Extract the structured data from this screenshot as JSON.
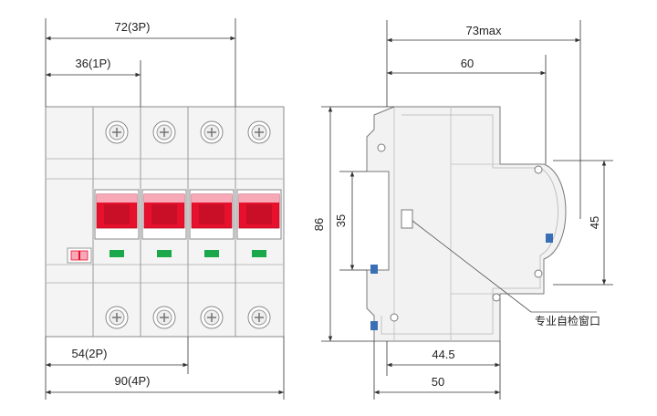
{
  "front_view": {
    "dim_3p": "72(3P)",
    "dim_1p": "36(1P)",
    "dim_2p": "54(2P)",
    "dim_4p": "90(4P)",
    "pole_count": 4
  },
  "side_view": {
    "dim_overall_depth": "73max",
    "dim_depth_60": "60",
    "dim_height_86": "86",
    "dim_rail_35": "35",
    "dim_front_45": "45",
    "dim_base_44_5": "44.5",
    "dim_base_50": "50",
    "callout_label": "专业自检窗口"
  },
  "colors": {
    "line": "#333333",
    "body_fill": "#f2f2f2",
    "body_stroke": "#7a7a7a",
    "handle_red": "#e8112d",
    "handle_pink": "#f7a9b8",
    "indicator_green": "#1aa84a",
    "rail_blue": "#3a6fb5"
  }
}
